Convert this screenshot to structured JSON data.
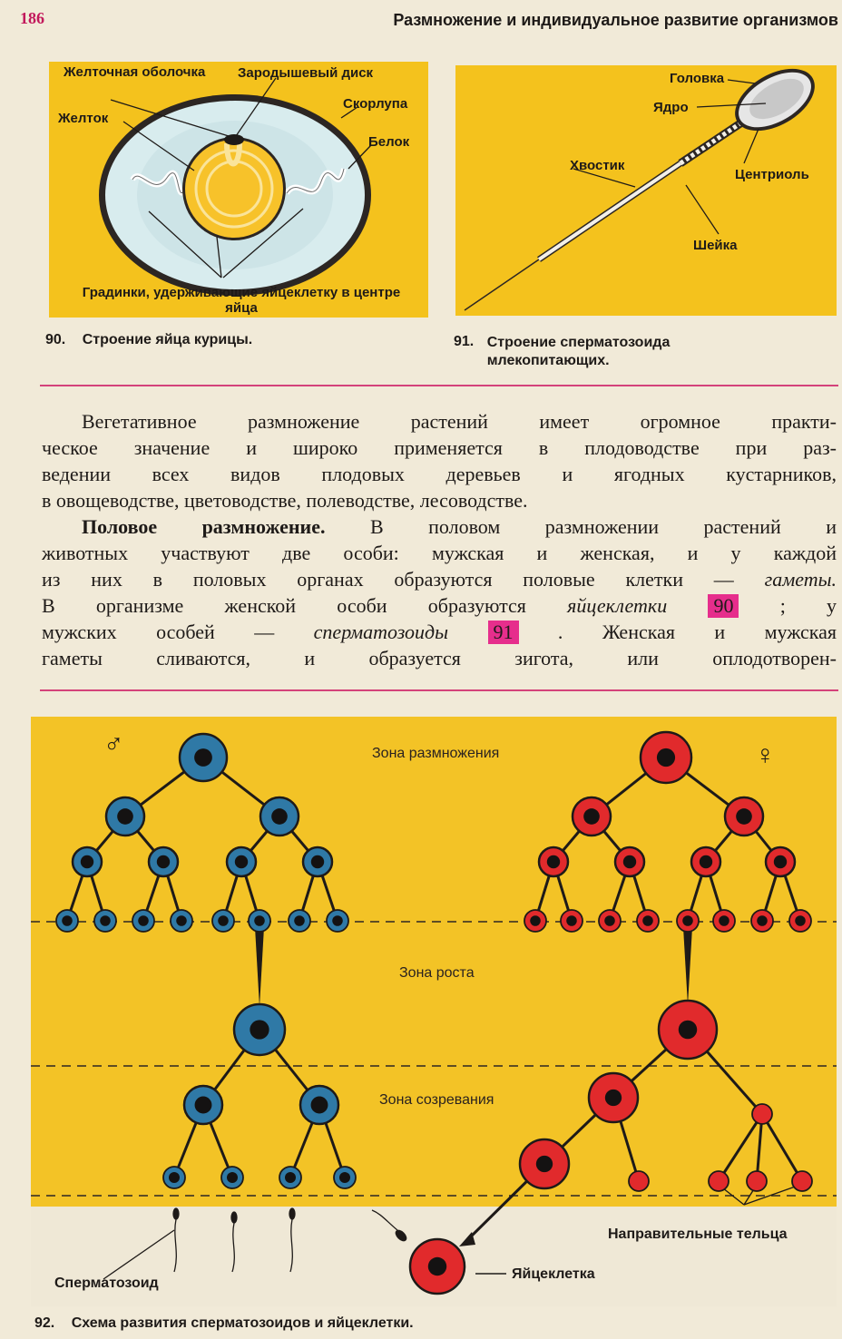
{
  "header": {
    "page_number": "186",
    "running_title": "Размножение и индивидуальное развитие организмов"
  },
  "fig90": {
    "labels": {
      "yolk_membrane": "Желточная оболочка",
      "germinal_disc": "Зародышевый диск",
      "yolk": "Желток",
      "shell": "Скорлупа",
      "albumen": "Белок",
      "chalazae": "Градинки, удерживающие яйцеклетку в центре яйца"
    },
    "caption_num": "90.",
    "caption": "Строение яйца курицы."
  },
  "fig91": {
    "labels": {
      "head": "Головка",
      "nucleus": "Ядро",
      "tail": "Хвостик",
      "centriole": "Центриоль",
      "neck": "Шейка"
    },
    "caption_num": "91.",
    "caption": "Строение сперматозоида млекопитающих."
  },
  "text": {
    "p1_lines": [
      "Вегетативное размножение растений имеет огромное практи-",
      "ческое значение и широко применяется в плодоводстве при раз-",
      "ведении всех видов плодовых деревьев и ягодных кустарников,",
      "в овощеводстве, цветоводстве, полеводстве, лесоводстве."
    ],
    "p2_heading": "Половое размножение.",
    "p2_l1": "В половом размножении растений и",
    "p2_l2": "животных участвуют две особи: мужская и женская, и у каждой",
    "p2_l3": "из них в половых органах образуются половые клетки —",
    "gametes": "гаметы.",
    "p2_l4a": "В организме женской особи образуются",
    "eggs_word": "яйцеклетки",
    "ref90": "90",
    "p2_l4b": "; у",
    "p2_l5a": "мужских особей —",
    "sperm_word": "сперматозоиды",
    "ref91": "91",
    "p2_l5b": ". Женская и мужская",
    "p2_l6": "гаметы сливаются, и образуется зигота, или оплодотворен-"
  },
  "fig92": {
    "male_symbol": "♂",
    "female_symbol": "♀",
    "zones": {
      "reproduction": "Зона размножения",
      "growth": "Зона роста",
      "maturation": "Зона созревания"
    },
    "labels": {
      "sperm": "Сперматозоид",
      "egg": "Яйцеклетка",
      "polar_bodies": "Направительные тельца"
    },
    "caption_num": "92.",
    "caption": "Схема развития сперматозоидов и яйцеклетки."
  },
  "colors": {
    "panel": "#f4c21d",
    "accent_rule": "#d4427a",
    "male_cell": "#2f79a6",
    "female_cell": "#e12a2c"
  }
}
